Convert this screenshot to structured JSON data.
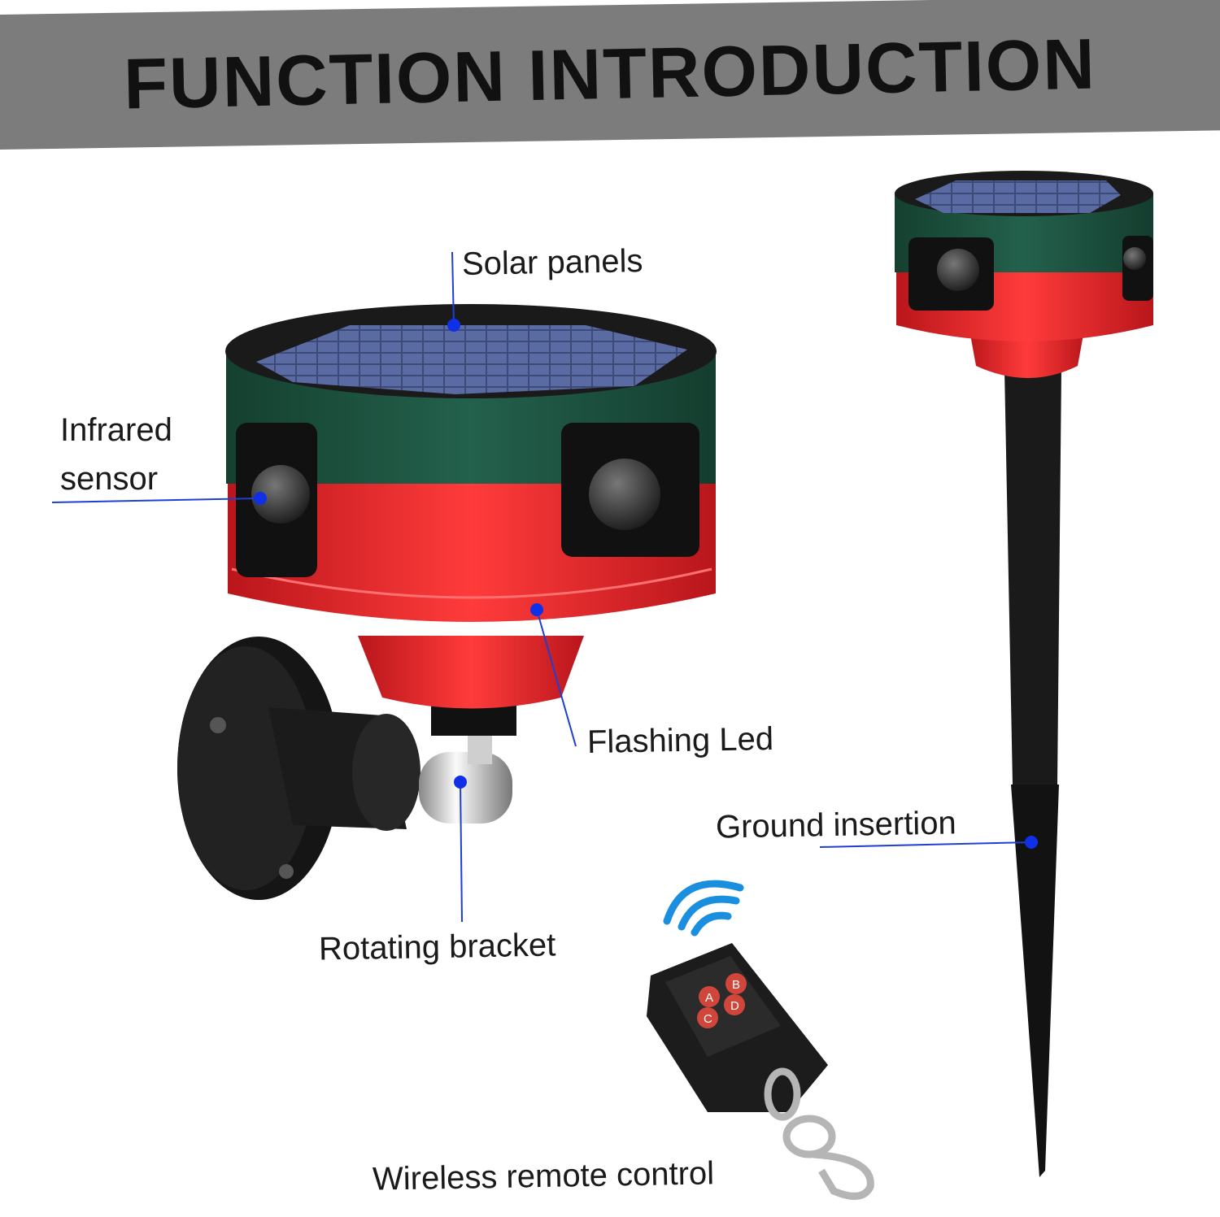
{
  "header": {
    "title": "FUNCTION INTRODUCTION"
  },
  "labels": {
    "solar_panels": "Solar panels",
    "infrared_sensor_line1": "Infrared",
    "infrared_sensor_line2": "sensor",
    "flashing_led": "Flashing Led",
    "rotating_bracket": "Rotating bracket",
    "ground_insertion": "Ground insertion",
    "wireless_remote_control": "Wireless remote control"
  },
  "remote_buttons": [
    "A",
    "B",
    "C",
    "D"
  ],
  "colors": {
    "banner": "#7c7c7c",
    "housing_green": "#1e5343",
    "housing_red": "#e0252a",
    "callout_line": "#1f3fd0",
    "callout_dot": "#1030e8"
  }
}
